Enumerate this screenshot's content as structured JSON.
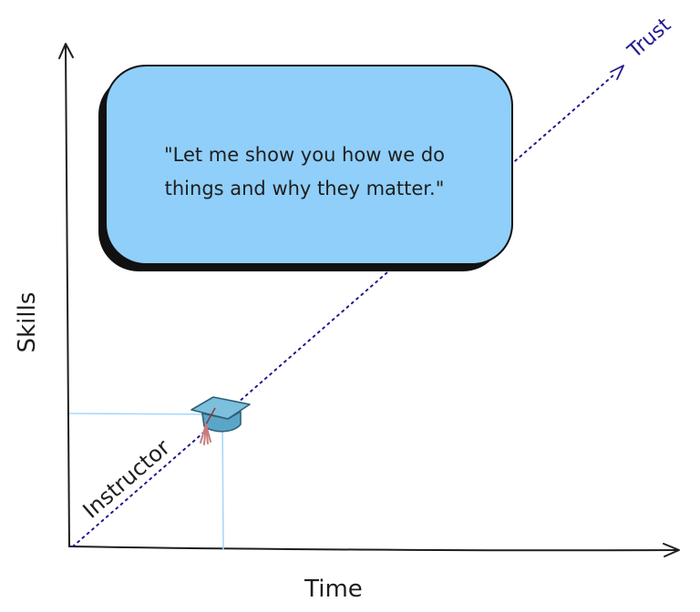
{
  "axes": {
    "x_label": "Time",
    "y_label": "Skills"
  },
  "trend": {
    "start_label": "Instructor",
    "end_label": "Trust"
  },
  "callout": {
    "quote_line1": "\"Let me show you how we do",
    "quote_line2": "things and why they matter.\""
  },
  "colors": {
    "axis": "#1e1e1e",
    "trend_line": "#1f1a8e",
    "callout_fill": "#90cff9",
    "callout_shadow": "#111111",
    "guide_lines": "#a5d8ff",
    "cap_fill": "#6fb6d6",
    "tassel": "#c97b7b"
  },
  "icons": {
    "milestone": "graduation-cap-icon"
  }
}
